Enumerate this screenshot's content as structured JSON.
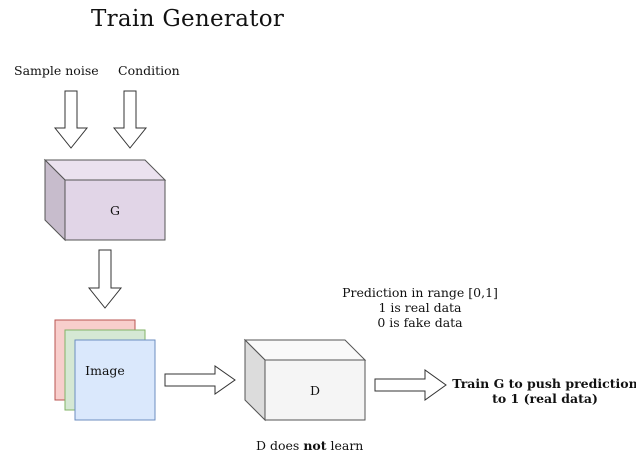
{
  "title": "Train Generator",
  "inputs": {
    "noise_label": "Sample noise",
    "condition_label": "Condition"
  },
  "generator": {
    "label": "G",
    "color": "#e1d5e7"
  },
  "image_stack": {
    "label": "Image",
    "colors": [
      "#f8cecc",
      "#d5e8d4",
      "#dae8fc"
    ]
  },
  "discriminator": {
    "label": "D",
    "color": "#f5f5f5"
  },
  "prediction": {
    "line1": "Prediction in range [0,1]",
    "line2": "1 is real data",
    "line3": "0 is fake data"
  },
  "output": {
    "line1": "Train G to push prediction",
    "line2": "to 1 (real data)"
  },
  "d_note": {
    "prefix": "D does ",
    "emphasis": "not",
    "suffix": " learn"
  }
}
